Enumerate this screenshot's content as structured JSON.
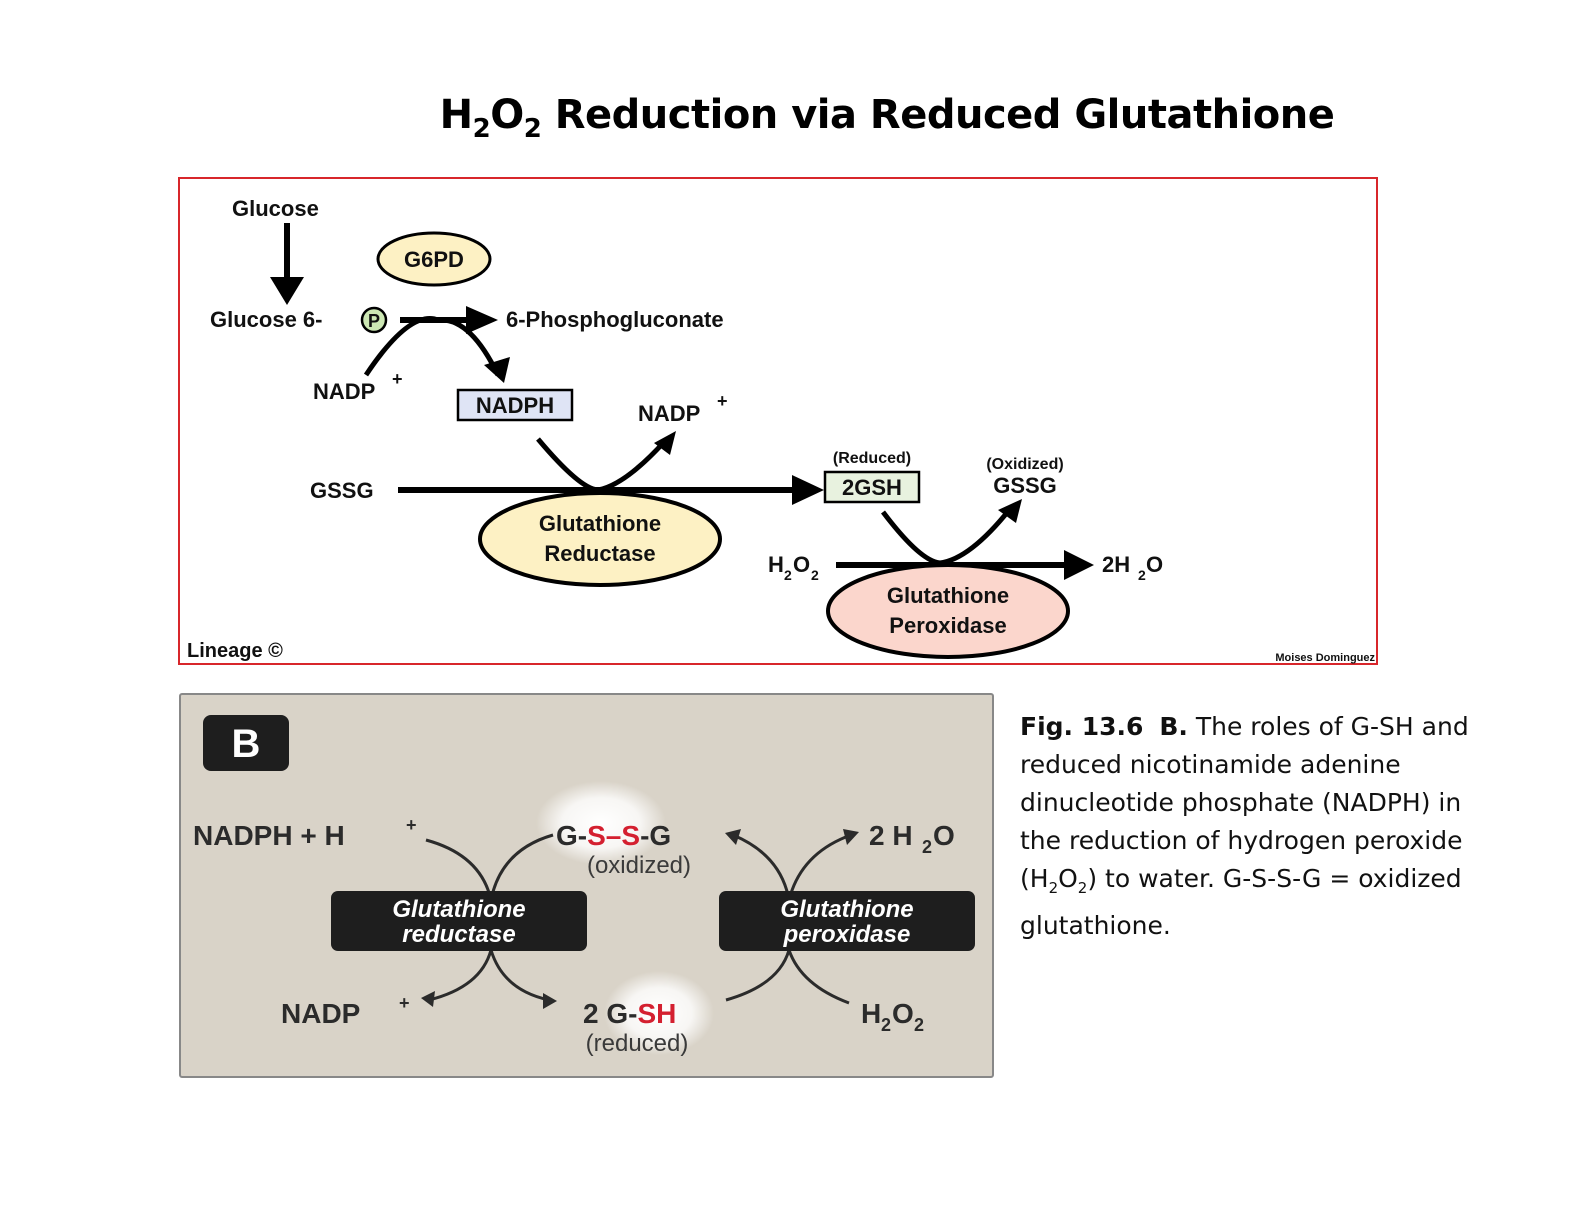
{
  "title": {
    "prefix": "H",
    "sub1": "2",
    "mid": "O",
    "sub2": "2",
    "rest": " Reduction via Reduced Glutathione"
  },
  "panel_a": {
    "glucose": "Glucose",
    "g6pd": "G6PD",
    "glucose6p": "Glucose 6-",
    "phosphate_symbol": "P",
    "phosphogluconate": "6-Phosphogluconate",
    "nadp_plus_1": "NADP",
    "plus": "+",
    "nadph": "NADPH",
    "nadp_plus_2": "NADP",
    "gssg_left": "GSSG",
    "reduced_tag": "(Reduced)",
    "gsh2": "2GSH",
    "oxidized_tag": "(Oxidized)",
    "gssg_right": "GSSG",
    "gr_line1": "Glutathione",
    "gr_line2": "Reductase",
    "h2o2": "H",
    "h2o2_sub": "2",
    "h2o2_o": "O",
    "h2o2_sub2": "2",
    "water": "2H",
    "water_sub": "2",
    "water_o": "O",
    "gp_line1": "Glutathione",
    "gp_line2": "Peroxidase",
    "credit_left": "Lineage ©",
    "credit_right": "Moises Dominguez",
    "colors": {
      "border": "#d8262b",
      "enzyme_yellow": "#fdf1c4",
      "enzyme_pink": "#fbd6cc",
      "nadph_box": "#dfe4f5",
      "gsh_box": "#e8f2df",
      "phosphate": "#cde8b4",
      "g6pd": "#fdf1c4"
    }
  },
  "panel_b": {
    "letter": "B",
    "nadph_h": "NADPH + H",
    "plus": "+",
    "gssg_g1": "G-",
    "gssg_s1": "S",
    "gssg_dash": "–",
    "gssg_s2": "S",
    "gssg_g2": "-G",
    "oxidized": "(oxidized)",
    "two_h2o": "2 H",
    "sub2": "2",
    "o": "O",
    "gr_line1": "Glutathione",
    "gr_line2": "reductase",
    "gp_line1": "Glutathione",
    "gp_line2": "peroxidase",
    "nadp": "NADP",
    "gsh_prefix": "2 G-",
    "gsh_sh": "SH",
    "reduced": "(reduced)",
    "h2o2_h": "H",
    "h2o2_o": "O",
    "colors": {
      "background": "#d9d3c8",
      "enzyme_box": "#1e1e1e",
      "sulfur_red": "#d42030"
    }
  },
  "caption": {
    "fig": "Fig. 13.6",
    "label": "B.",
    "text1": " The roles of G-SH and reduced nicotinamide adenine dinucleotide phosphate (NADPH) in the reduction of hydrogen peroxide (H",
    "sub1": "2",
    "o": "O",
    "sub2": "2",
    "text2": ") to water. G-S-S-G = oxidized glutathione."
  }
}
